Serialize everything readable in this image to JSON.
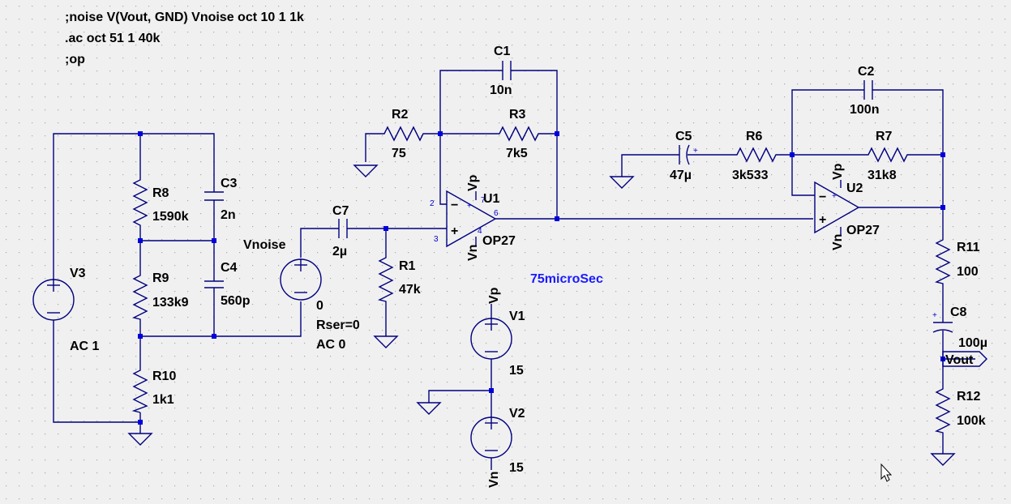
{
  "directives": [
    ";noise V(Vout, GND) Vnoise oct 10 1 1k",
    ".ac oct 51 1 40k",
    ";op"
  ],
  "note": "75microSec",
  "components": {
    "V3": {
      "name": "V3",
      "value": "AC 1"
    },
    "R8": {
      "name": "R8",
      "value": "1590k"
    },
    "R9": {
      "name": "R9",
      "value": "133k9"
    },
    "R10": {
      "name": "R10",
      "value": "1k1"
    },
    "C3": {
      "name": "C3",
      "value": "2n"
    },
    "C4": {
      "name": "C4",
      "value": "560p"
    },
    "Vnoise": {
      "name": "Vnoise",
      "value": "0",
      "rser": "Rser=0",
      "ac": "AC 0"
    },
    "C7": {
      "name": "C7",
      "value": "2µ"
    },
    "R1": {
      "name": "R1",
      "value": "47k"
    },
    "R2": {
      "name": "R2",
      "value": "75"
    },
    "R3": {
      "name": "R3",
      "value": "7k5"
    },
    "C1": {
      "name": "C1",
      "value": "10n"
    },
    "U1": {
      "name": "U1",
      "model": "OP27",
      "vp": "Vp",
      "vn": "Vn",
      "pin_inv": "2",
      "pin_noninv": "3",
      "pin_out": "6",
      "pin_vp": "7",
      "pin_vn": "4"
    },
    "V1": {
      "name": "V1",
      "value": "15",
      "net": "Vp"
    },
    "V2": {
      "name": "V2",
      "value": "15",
      "net": "Vn"
    },
    "C5": {
      "name": "C5",
      "value": "47µ"
    },
    "R6": {
      "name": "R6",
      "value": "3k533"
    },
    "R7": {
      "name": "R7",
      "value": "31k8"
    },
    "C2": {
      "name": "C2",
      "value": "100n"
    },
    "U2": {
      "name": "U2",
      "model": "OP27",
      "vp": "Vp",
      "vn": "Vn"
    },
    "R11": {
      "name": "R11",
      "value": "100"
    },
    "C8": {
      "name": "C8",
      "value": "100µ"
    },
    "R12": {
      "name": "R12",
      "value": "100k"
    }
  },
  "net_labels": {
    "vout": "Vout"
  },
  "cursor": "arrow-cursor-icon"
}
